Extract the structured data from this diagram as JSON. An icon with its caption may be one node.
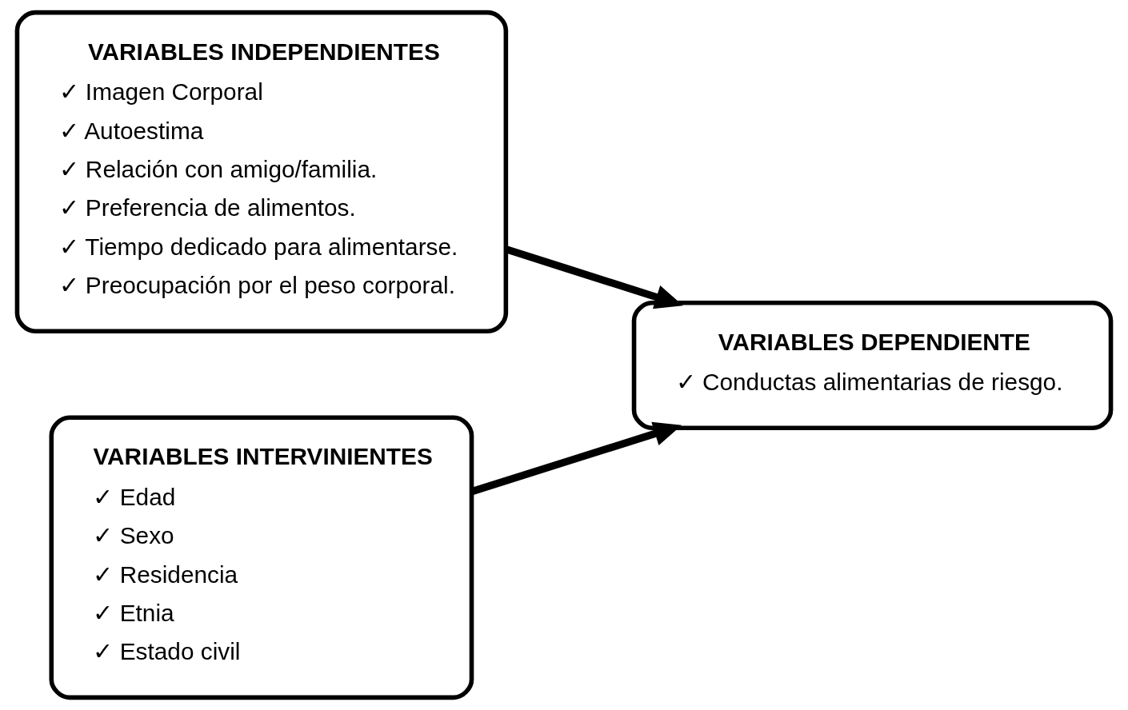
{
  "diagram": {
    "nodes": [
      {
        "text": [
          "VARIABLES INDEPENDIENTES",
          "✓ Imagen Corporal",
          "✓ Autoestima",
          "✓ Relación con amigo/familia.",
          "✓ Preferencia de alimentos.",
          "✓ Tiempo dedicado para alimentarse.",
          "✓ Preocupación por el peso corporal."
        ]
      },
      {
        "text": [
          "VARIABLES DEPENDIENTE",
          "✓ Conductas alimentarias de riesgo."
        ]
      },
      {
        "text": [
          "VARIABLES INTERVINIENTES",
          "✓ Edad",
          "✓ Sexo",
          "✓ Residencia",
          "✓ Etnia",
          "✓ Estado civil"
        ]
      }
    ],
    "edges": [
      {
        "from": 0,
        "to": 1,
        "arrow": "to"
      },
      {
        "from": 2,
        "to": 1,
        "arrow": "to"
      }
    ]
  }
}
